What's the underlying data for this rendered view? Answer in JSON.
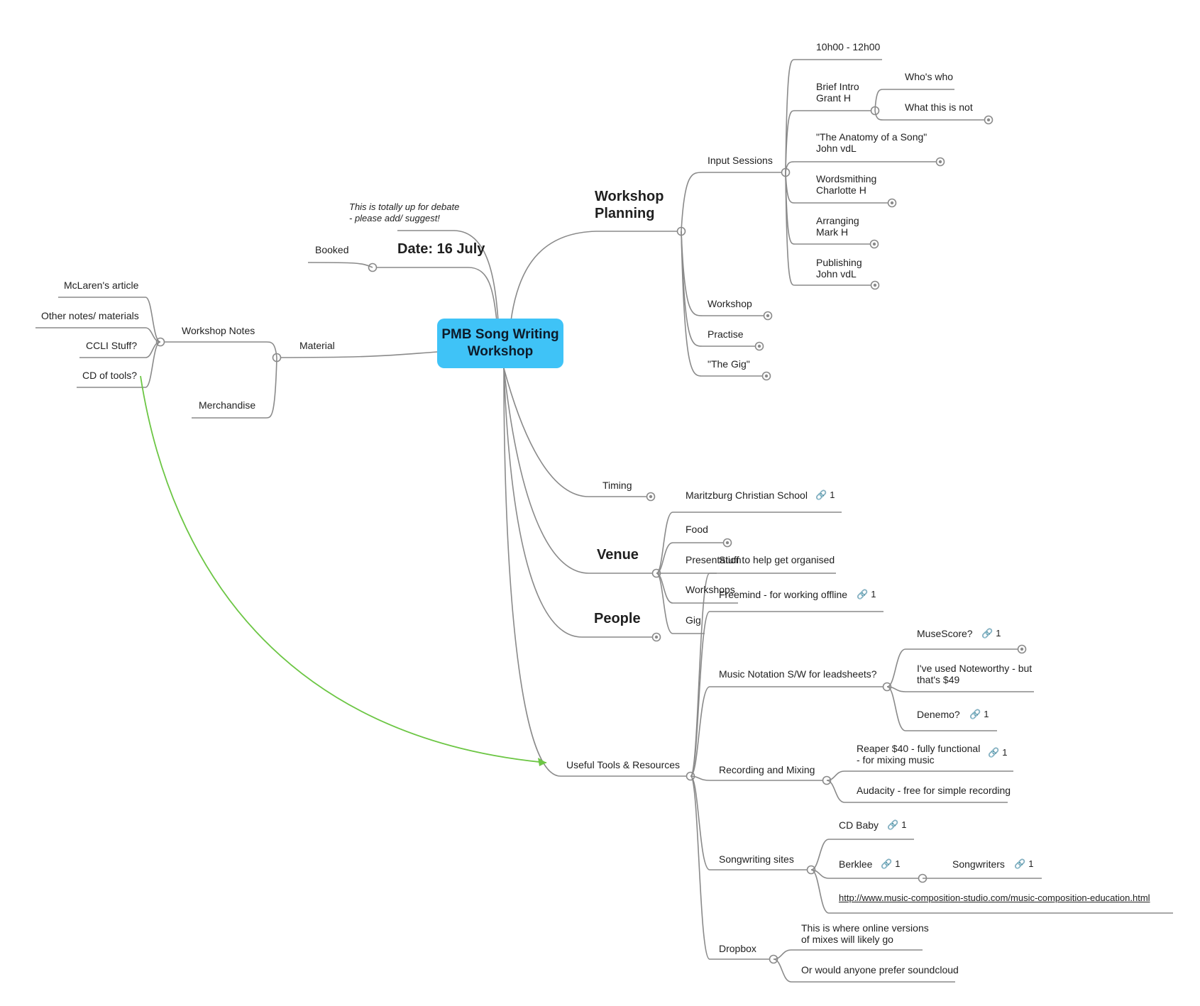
{
  "root": {
    "label": "PMB Song Writing\nWorkshop",
    "fill": "#3fc3f7"
  },
  "colors": {
    "line": "#8a8a8a",
    "relationship": "#6cc644"
  },
  "nodes": {
    "workshop_planning": "Workshop\nPlanning",
    "input_sessions": "Input Sessions",
    "time": "10h00 - 12h00",
    "brief_intro": "Brief Intro\nGrant H",
    "whos_who": "Who's who",
    "what_this_is_not": "What this is not",
    "anatomy": "\"The Anatomy of a Song\"\nJohn vdL",
    "wordsmithing": "Wordsmithing\nCharlotte H",
    "arranging": "Arranging\nMark H",
    "publishing": "Publishing\nJohn vdL",
    "workshop": "Workshop",
    "practise": "Practise",
    "the_gig": "\"The Gig\"",
    "debate": "This is totally up for debate\n- please add/ suggest!",
    "date": "Date: 16 July",
    "booked": "Booked",
    "material": "Material",
    "workshop_notes": "Workshop Notes",
    "mclaren": "McLaren's article",
    "other_notes": "Other notes/ materials",
    "ccli": "CCLI Stuff?",
    "cd_tools": "CD of tools?",
    "merchandise": "Merchandise",
    "timing": "Timing",
    "venue": "Venue",
    "maritzburg": "Maritzburg Christian School",
    "food": "Food",
    "presentation": "Presentation",
    "workshops": "Workshops",
    "gig": "Gig",
    "people": "People",
    "useful_tools": "Useful Tools & Resources",
    "stuff_organised": "Stuff to help get organised",
    "freemind": "Freemind - for working offline",
    "music_notation": "Music Notation S/W for leadsheets?",
    "musescore": "MuseScore?",
    "noteworthy": "I've used Noteworthy - but\nthat's $49",
    "denemo": "Denemo?",
    "recording": "Recording and Mixing",
    "reaper": "Reaper $40 - fully functional\n- for mixing music",
    "audacity": "Audacity - free for simple recording",
    "songwriting_sites": "Songwriting sites",
    "cd_baby": "CD Baby",
    "berklee": "Berklee",
    "songwriters": "Songwriters",
    "mcs_url": "http://www.music-composition-studio.com/music-composition-education.html",
    "dropbox": "Dropbox",
    "online_versions": "This is where online versions\nof mixes will likely go",
    "soundcloud": "Or would anyone prefer soundcloud"
  },
  "link_badges": {
    "maritzburg": "1",
    "freemind": "1",
    "musescore": "1",
    "denemo": "1",
    "reaper": "1",
    "cd_baby": "1",
    "berklee": "1",
    "songwriters": "1"
  }
}
